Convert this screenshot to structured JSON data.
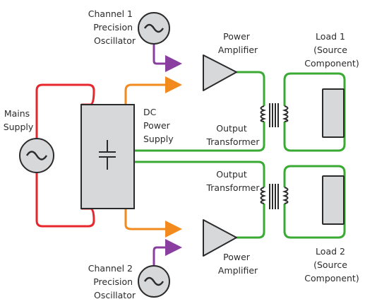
{
  "labels": {
    "ch1_osc": [
      "Channel 1",
      "Precision",
      "Oscillator"
    ],
    "ch2_osc": [
      "Channel 2",
      "Precision",
      "Oscillator"
    ],
    "mains": [
      "Mains",
      "Supply"
    ],
    "dc_supply": [
      "DC",
      "Power",
      "Supply"
    ],
    "amp1": [
      "Power",
      "Amplifier"
    ],
    "amp2": [
      "Power",
      "Amplifier"
    ],
    "xfmr1": [
      "Output",
      "Transformer"
    ],
    "xfmr2": [
      "Output",
      "Transformer"
    ],
    "load1": [
      "Load 1",
      "(Source",
      "Component)"
    ],
    "load2": [
      "Load 2",
      "(Source",
      "Component)"
    ]
  },
  "colors": {
    "mains_wire": "#e8262b",
    "dc_wire": "#f28a1e",
    "signal_wire": "#8a3fa0",
    "output_wire": "#3aaa35",
    "component_fill": "#d7d8da",
    "component_stroke": "#2b2b2b"
  }
}
